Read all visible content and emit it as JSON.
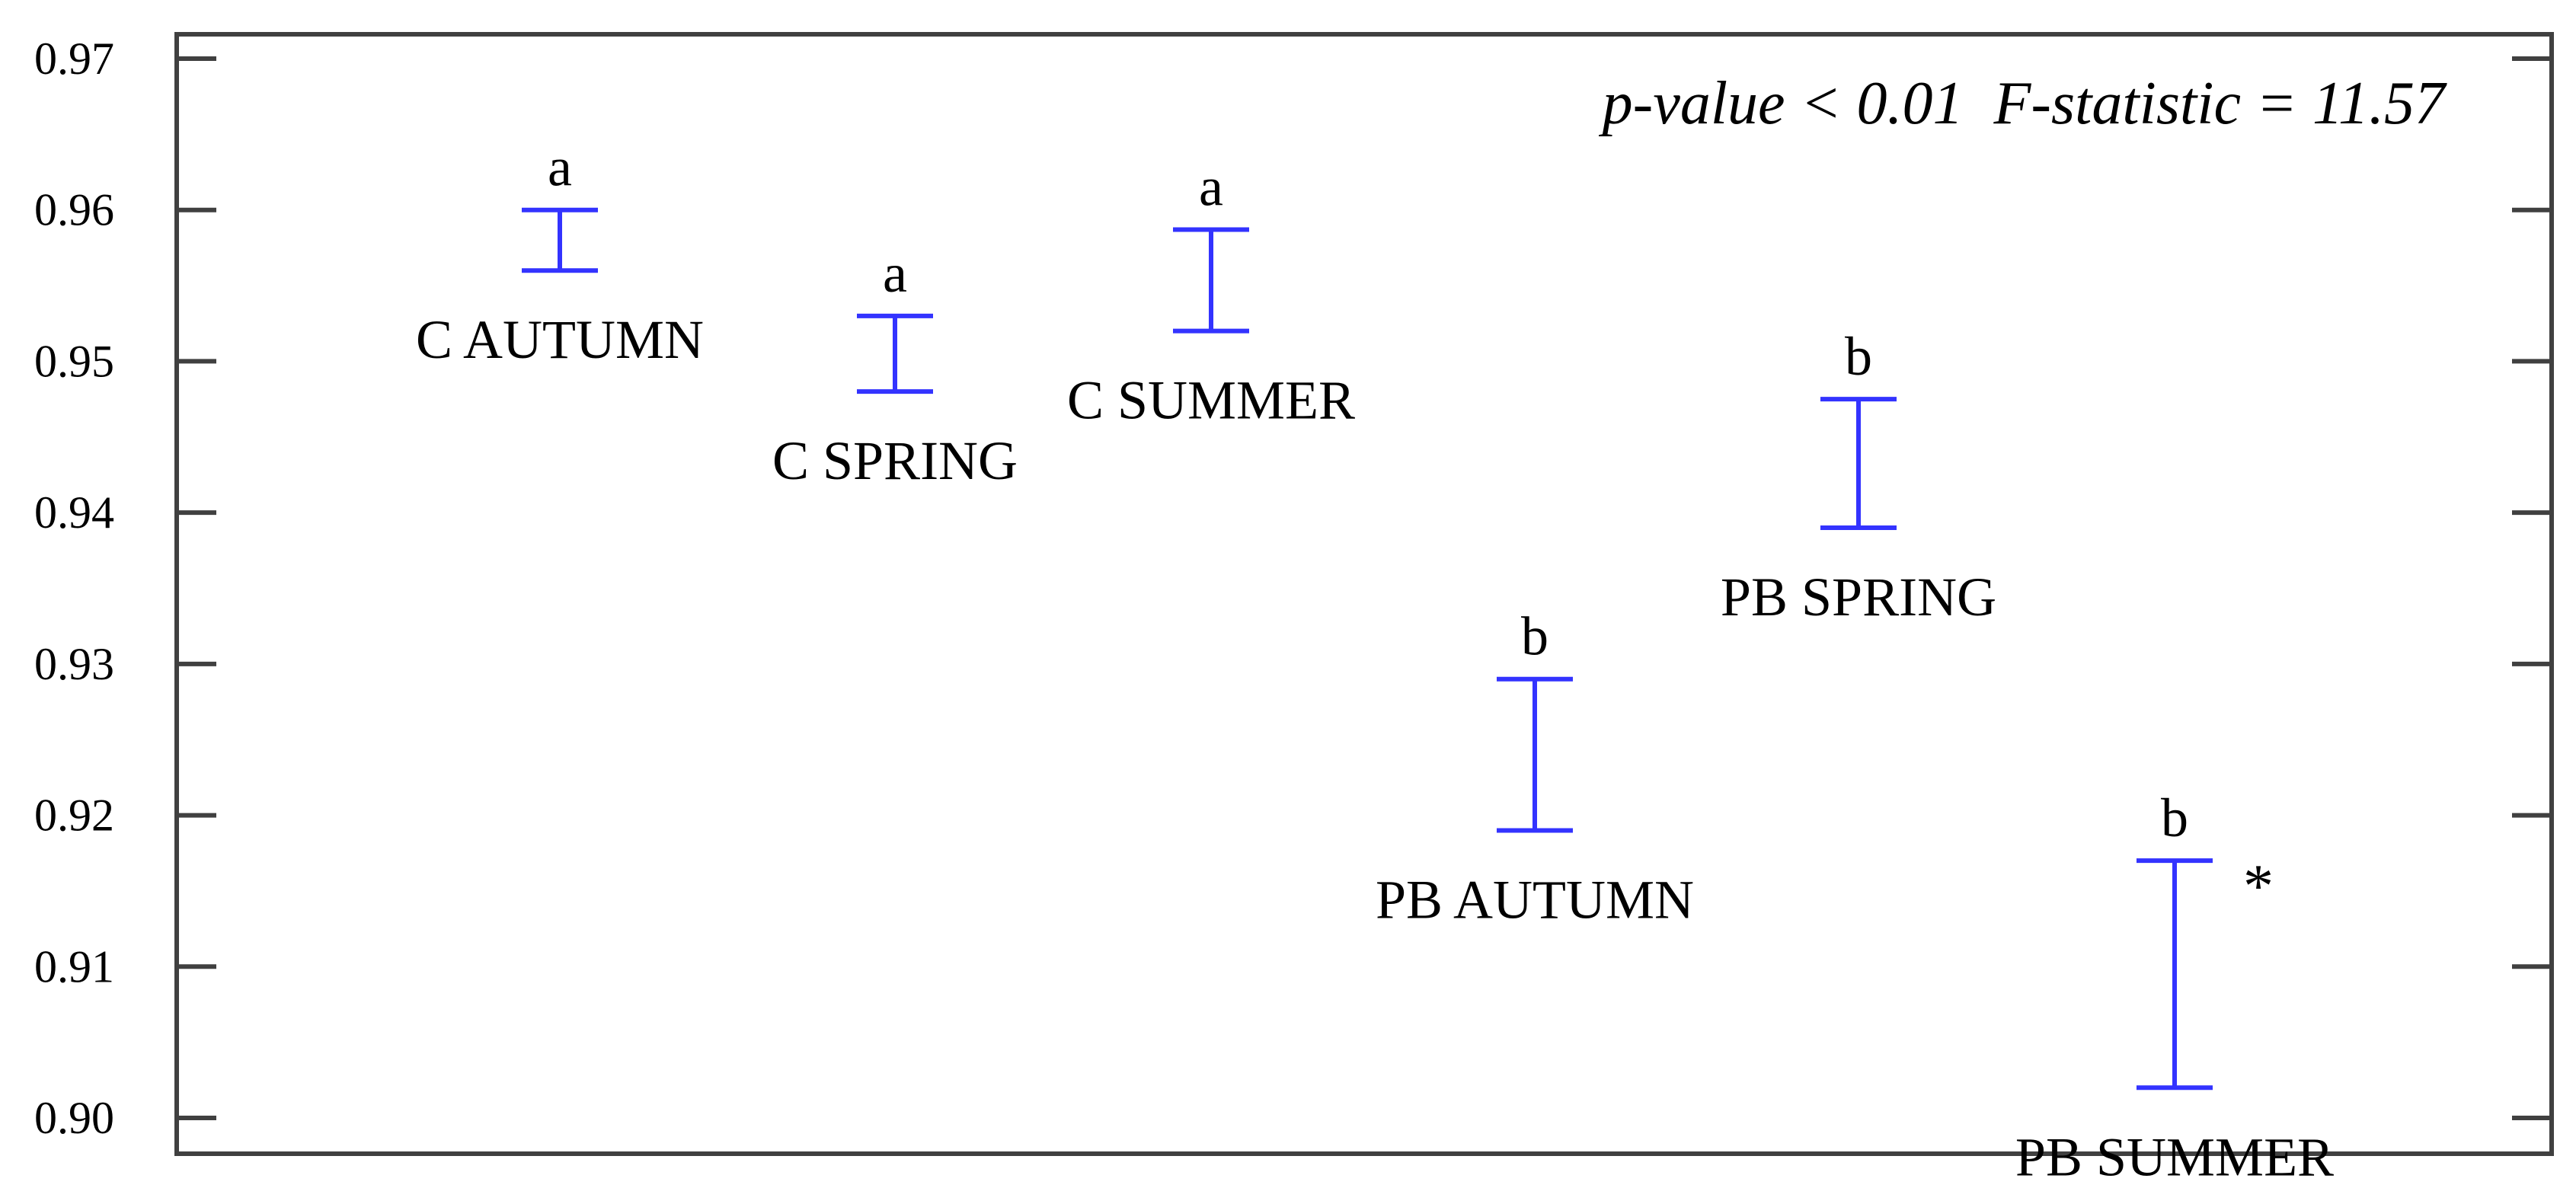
{
  "chart_data": {
    "type": "errorbar",
    "ylim": [
      0.9,
      0.97
    ],
    "yticks": [
      "0.90",
      "0.91",
      "0.92",
      "0.93",
      "0.94",
      "0.95",
      "0.96",
      "0.97"
    ],
    "grid": false,
    "annotation": "p-value < 0.01  F-statistic = 11.57",
    "series_color": "#3333ff",
    "groups": [
      {
        "label": "C AUTUMN",
        "low": 0.956,
        "high": 0.96,
        "letter": "a",
        "marker": ""
      },
      {
        "label": "C SPRING",
        "low": 0.948,
        "high": 0.953,
        "letter": "a",
        "marker": ""
      },
      {
        "label": "C SUMMER",
        "low": 0.952,
        "high": 0.9587,
        "letter": "a",
        "marker": ""
      },
      {
        "label": "PB AUTUMN",
        "low": 0.919,
        "high": 0.929,
        "letter": "b",
        "marker": ""
      },
      {
        "label": "PB SPRING",
        "low": 0.939,
        "high": 0.9475,
        "letter": "b",
        "marker": ""
      },
      {
        "label": "PB SUMMER",
        "low": 0.902,
        "high": 0.917,
        "letter": "b",
        "marker": "*"
      }
    ]
  }
}
